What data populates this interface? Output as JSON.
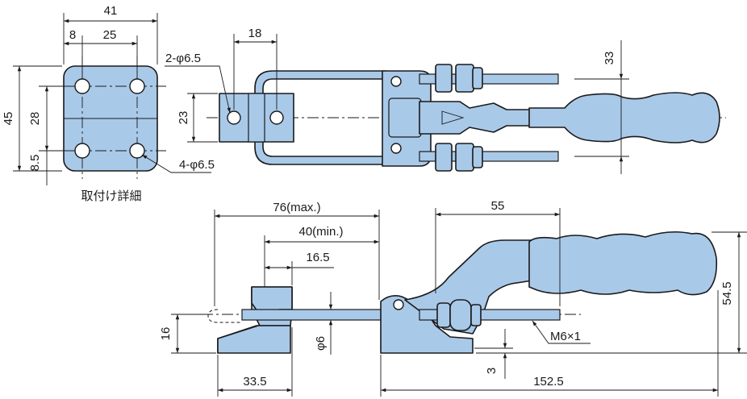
{
  "top_view": {
    "dim_41": "41",
    "dim_8": "8",
    "dim_25": "25",
    "dim_18": "18",
    "dim_2phi": "2-φ6.5",
    "dim_23": "23",
    "dim_33": "33",
    "dim_45": "45",
    "dim_28": "28",
    "dim_8_5": "8.5",
    "dim_4phi": "4-φ6.5",
    "caption": "取付け詳細"
  },
  "side_view": {
    "dim_76": "76(max.)",
    "dim_40": "40(min.)",
    "dim_16_5": "16.5",
    "dim_55": "55",
    "dim_54_5": "54.5",
    "dim_16": "16",
    "dim_phi6": "φ6",
    "dim_m6": "M6×1",
    "dim_3": "3",
    "dim_33_5": "33.5",
    "dim_152_5": "152.5"
  },
  "colors": {
    "part_fill": "#a9c9e9",
    "outline": "#1a1a1a"
  }
}
